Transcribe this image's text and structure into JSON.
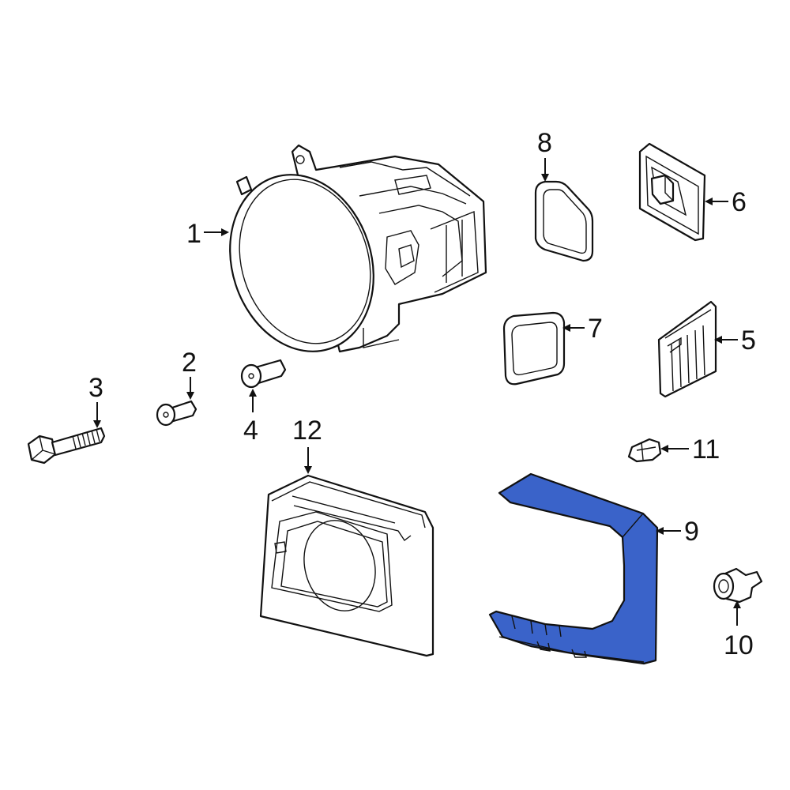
{
  "diagram": {
    "highlight_color": "#3a63c9",
    "callouts": [
      {
        "id": "1",
        "label": "1"
      },
      {
        "id": "2",
        "label": "2"
      },
      {
        "id": "3",
        "label": "3"
      },
      {
        "id": "4",
        "label": "4"
      },
      {
        "id": "5",
        "label": "5"
      },
      {
        "id": "6",
        "label": "6"
      },
      {
        "id": "7",
        "label": "7"
      },
      {
        "id": "8",
        "label": "8"
      },
      {
        "id": "9",
        "label": "9"
      },
      {
        "id": "10",
        "label": "10"
      },
      {
        "id": "11",
        "label": "11"
      },
      {
        "id": "12",
        "label": "12"
      }
    ]
  }
}
